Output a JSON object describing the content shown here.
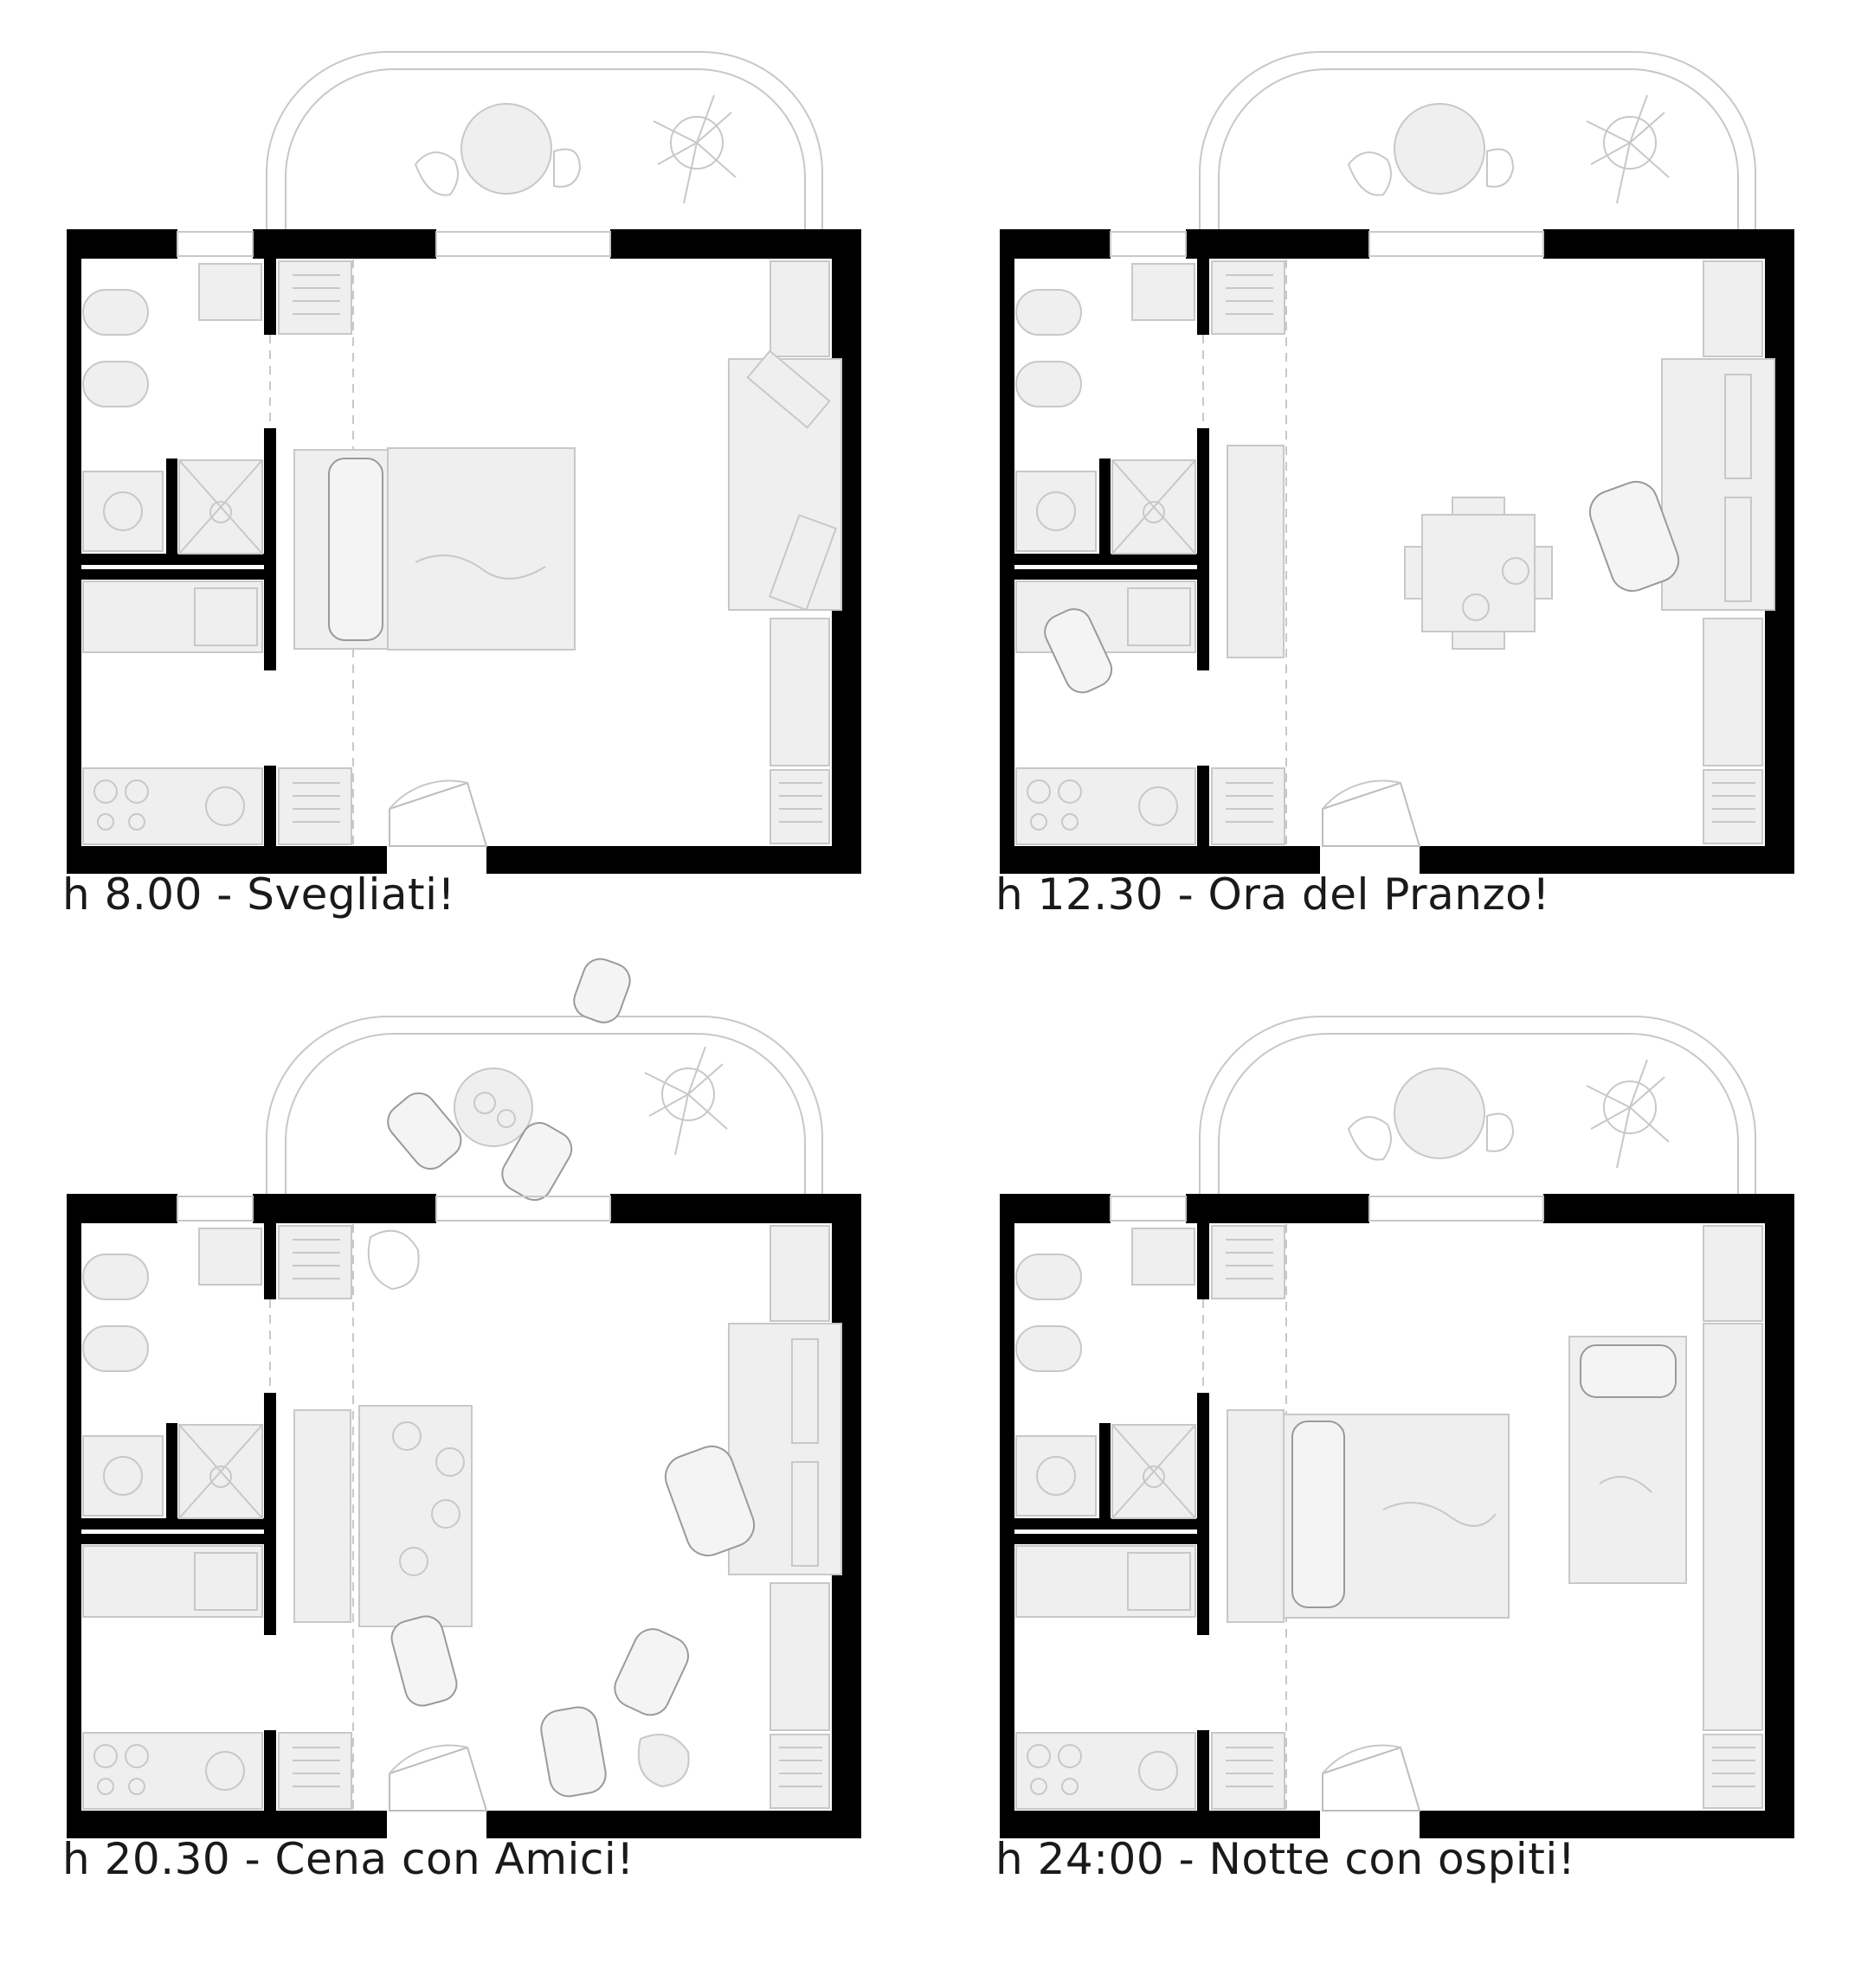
{
  "plans": [
    {
      "id": "morning",
      "caption": "h 8.00  - Svegliati!"
    },
    {
      "id": "lunch",
      "caption": "h 12.30 - Ora del Pranzo!"
    },
    {
      "id": "dinner",
      "caption": "h 20.30 - Cena con Amici!"
    },
    {
      "id": "night",
      "caption": "h 24:00 - Notte con ospiti!"
    }
  ],
  "colors": {
    "wall": "#000000",
    "fixture_fill": "#efefef",
    "fixture_stroke": "#c8c8c8"
  }
}
